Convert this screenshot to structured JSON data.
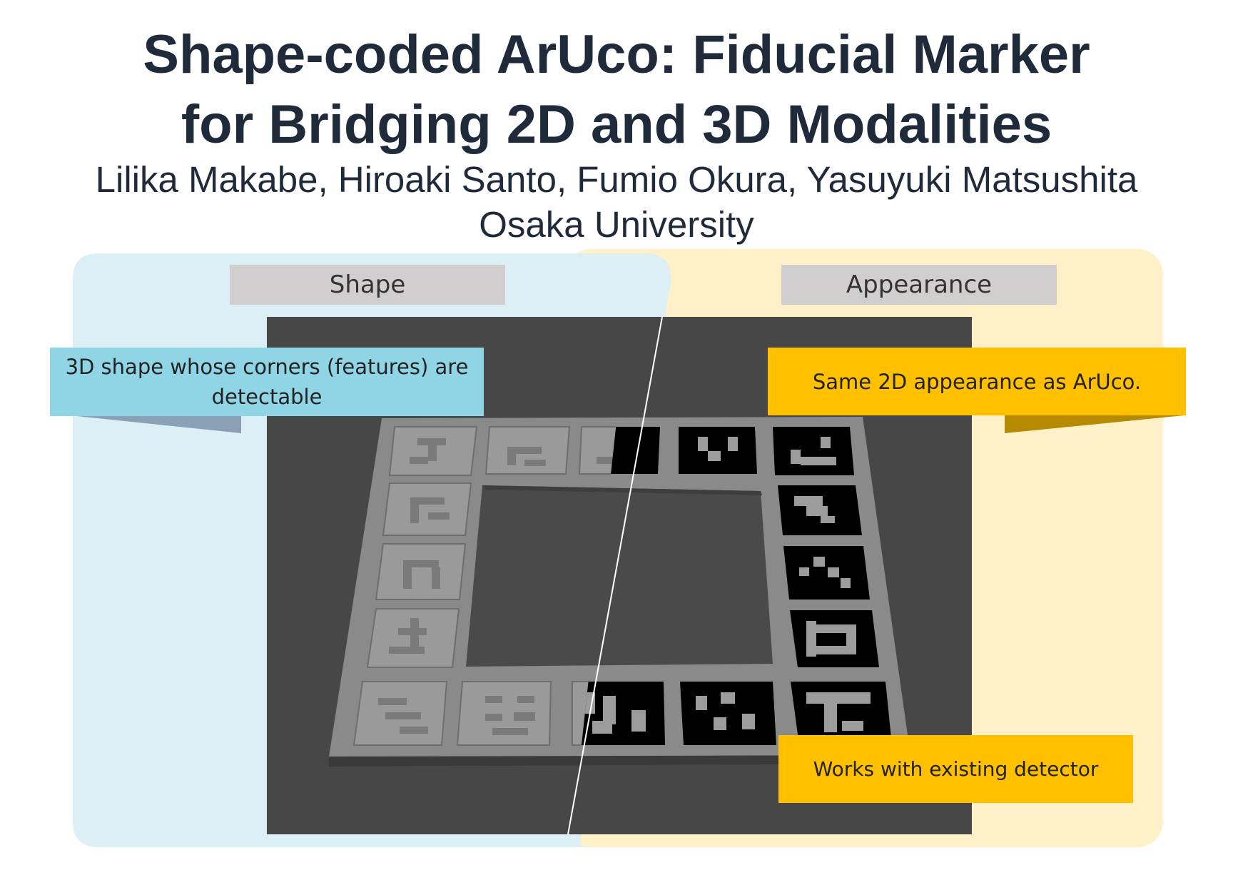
{
  "header": {
    "title_line1": "Shape-coded ArUco: Fiducial Marker",
    "title_line2": "for Bridging 2D and 3D Modalities",
    "authors": "Lilika Makabe, Hiroaki Santo, Fumio Okura, Yasuyuki Matsushita",
    "affiliation": "Osaka University"
  },
  "panels": {
    "shape_label": "Shape",
    "appearance_label": "Appearance"
  },
  "callouts": {
    "shape": "3D shape whose corners (features) are detectable",
    "appearance": "Same 2D appearance as ArUco.",
    "detector": "Works with existing detector"
  },
  "colors": {
    "shape_panel": "#dbeff5",
    "appearance_panel": "#fff0c8",
    "shape_callout": "#90d5e5",
    "appearance_callout": "#ffc000",
    "render_background": "#474747"
  },
  "illustration": {
    "description_free": true,
    "left_half_style": "embossed-gray",
    "right_half_style": "black-white-aruco",
    "icons": [
      "shape-coded-marker-board"
    ]
  }
}
